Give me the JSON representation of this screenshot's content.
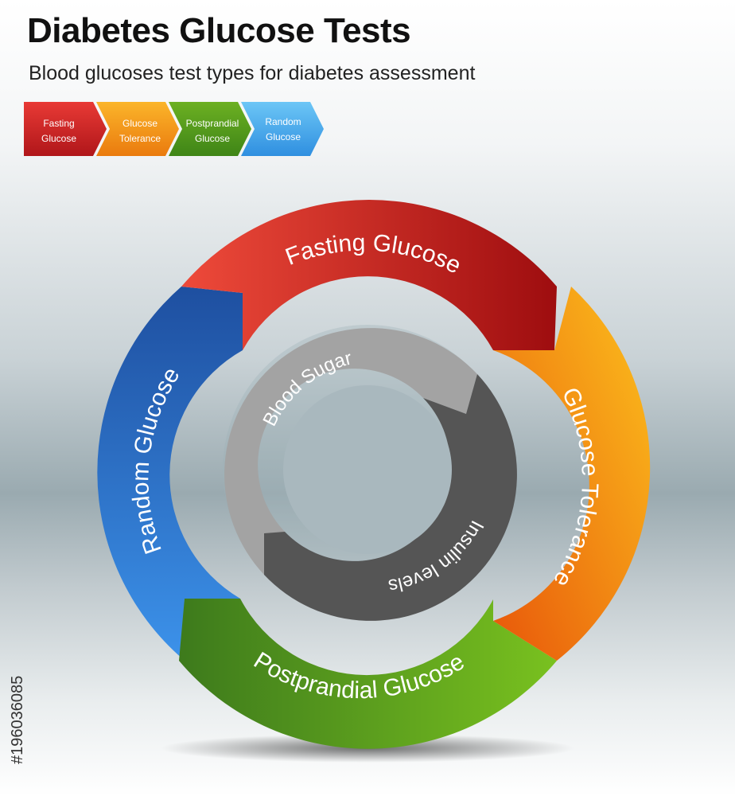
{
  "header": {
    "title": "Diabetes Glucose Tests",
    "subtitle": "Blood glucoses test types for diabetes assessment"
  },
  "legend": [
    {
      "line1": "Fasting",
      "line2": "Glucose",
      "color": "#d8292b"
    },
    {
      "line1": "Glucose",
      "line2": "Tolerance",
      "color": "#f28a12"
    },
    {
      "line1": "Postprandial",
      "line2": "Glucose",
      "color": "#4f9a1f"
    },
    {
      "line1": "Random",
      "line2": "Glucose",
      "color": "#3c8fe0"
    }
  ],
  "outer_ring": [
    {
      "label": "Fasting Glucose",
      "color": "#d42a24"
    },
    {
      "label": "Glucose Tolerance",
      "color": "#f29a14"
    },
    {
      "label": "Postprandial Glucose",
      "color": "#5aa51f"
    },
    {
      "label": "Random Glucose",
      "color": "#2f75d0"
    }
  ],
  "inner_ring": [
    {
      "label": "Blood Sugar",
      "color": "#a3a3a3"
    },
    {
      "label": "Insulin levels",
      "color": "#555555"
    }
  ],
  "watermark": {
    "stock_id": "#196036085"
  }
}
